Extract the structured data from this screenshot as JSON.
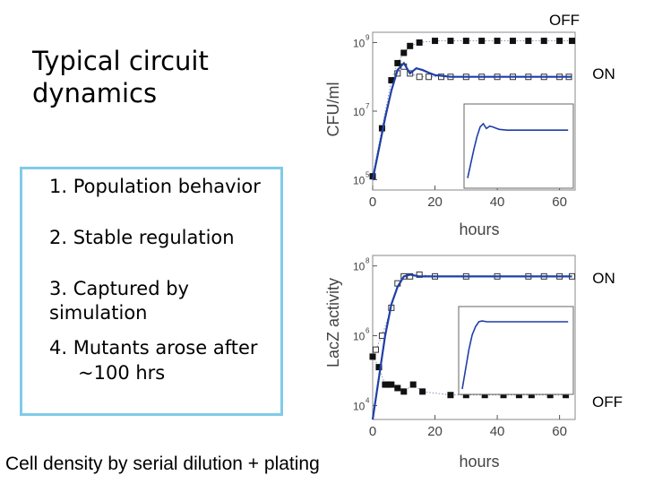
{
  "title": {
    "line1": "Typical circuit",
    "line2": "dynamics"
  },
  "list": [
    "1. Population behavior",
    "2. Stable regulation",
    "3. Captured by simulation",
    "4. Mutants arose after",
    "~100 hrs"
  ],
  "footer": "Cell density by serial dilution + plating",
  "colors": {
    "fit_line": "#1f3fa8",
    "box_border": "#7fcbe8"
  },
  "chart_data": [
    {
      "type": "line",
      "xlabel": "hours",
      "ylabel": "CFU/ml",
      "xlim": [
        0,
        65
      ],
      "xticks": [
        "0",
        "20",
        "40",
        "60"
      ],
      "ylog": true,
      "yticks": [
        {
          "base": "10",
          "exp": "5",
          "v": 5
        },
        {
          "base": "10",
          "exp": "7",
          "v": 7
        },
        {
          "base": "10",
          "exp": "9",
          "v": 9
        }
      ],
      "ylim": [
        4.7,
        9.3
      ],
      "series": [
        {
          "label": "OFF",
          "marker": "filled-square",
          "x": [
            0,
            3,
            6,
            8,
            10,
            12,
            15,
            20,
            25,
            30,
            35,
            40,
            45,
            50,
            55,
            60,
            64
          ],
          "y": [
            5.1,
            6.5,
            7.9,
            8.4,
            8.7,
            8.9,
            9.0,
            9.05,
            9.05,
            9.05,
            9.05,
            9.05,
            9.05,
            9.05,
            9.05,
            9.05,
            9.05
          ]
        },
        {
          "label": "ON",
          "marker": "open-square",
          "x": [
            8,
            10,
            12,
            15,
            18,
            22,
            25,
            30,
            35,
            40,
            45,
            50,
            55,
            60,
            63
          ],
          "y": [
            8.1,
            8.3,
            8.1,
            8.0,
            8.0,
            8.0,
            8.0,
            8.0,
            8.0,
            8.0,
            8.0,
            8.0,
            8.0,
            8.0,
            8.0
          ]
        },
        {
          "label": "",
          "marker": "line",
          "x": [
            0,
            2,
            4,
            6,
            8,
            10,
            12,
            14,
            16,
            18,
            20,
            25,
            30,
            40,
            50,
            60,
            64
          ],
          "y": [
            5.0,
            5.9,
            6.8,
            7.6,
            8.2,
            8.4,
            8.1,
            8.25,
            8.2,
            8.12,
            8.05,
            8.0,
            8.0,
            8.0,
            8.0,
            8.0,
            8.0
          ]
        }
      ],
      "annotations": [
        "OFF",
        "ON"
      ]
    },
    {
      "type": "line",
      "xlabel": "hours",
      "ylabel": "LacZ activity",
      "xlim": [
        0,
        65
      ],
      "xticks": [
        "0",
        "20",
        "40",
        "60"
      ],
      "ylog": true,
      "yticks": [
        {
          "base": "10",
          "exp": "4",
          "v": 4
        },
        {
          "base": "10",
          "exp": "6",
          "v": 6
        },
        {
          "base": "10",
          "exp": "8",
          "v": 8
        }
      ],
      "ylim": [
        3.6,
        8.3
      ],
      "series": [
        {
          "label": "ON",
          "marker": "open-square",
          "x": [
            1,
            3,
            6,
            8,
            10,
            12,
            15,
            20,
            30,
            40,
            50,
            55,
            60,
            64
          ],
          "y": [
            5.6,
            6.0,
            6.8,
            7.5,
            7.7,
            7.7,
            7.75,
            7.7,
            7.7,
            7.7,
            7.7,
            7.7,
            7.7,
            7.7
          ]
        },
        {
          "label": "OFF",
          "marker": "filled-square",
          "x": [
            0,
            2,
            4,
            5,
            6,
            8,
            10,
            13,
            16,
            25,
            30,
            36,
            42,
            47,
            51,
            57,
            62
          ],
          "y": [
            5.4,
            5.1,
            4.6,
            4.6,
            4.6,
            4.5,
            4.4,
            4.6,
            4.4,
            4.3,
            4.3,
            4.3,
            4.3,
            4.3,
            4.3,
            4.3,
            4.3
          ]
        },
        {
          "label": "",
          "marker": "line",
          "x": [
            0,
            2,
            4,
            6,
            8,
            10,
            12,
            15,
            20,
            30,
            40,
            50,
            60,
            64
          ],
          "y": [
            3.6,
            4.8,
            6.0,
            6.9,
            7.4,
            7.7,
            7.75,
            7.7,
            7.7,
            7.7,
            7.7,
            7.7,
            7.7,
            7.7
          ]
        }
      ],
      "annotations": [
        "ON",
        "OFF"
      ]
    }
  ]
}
